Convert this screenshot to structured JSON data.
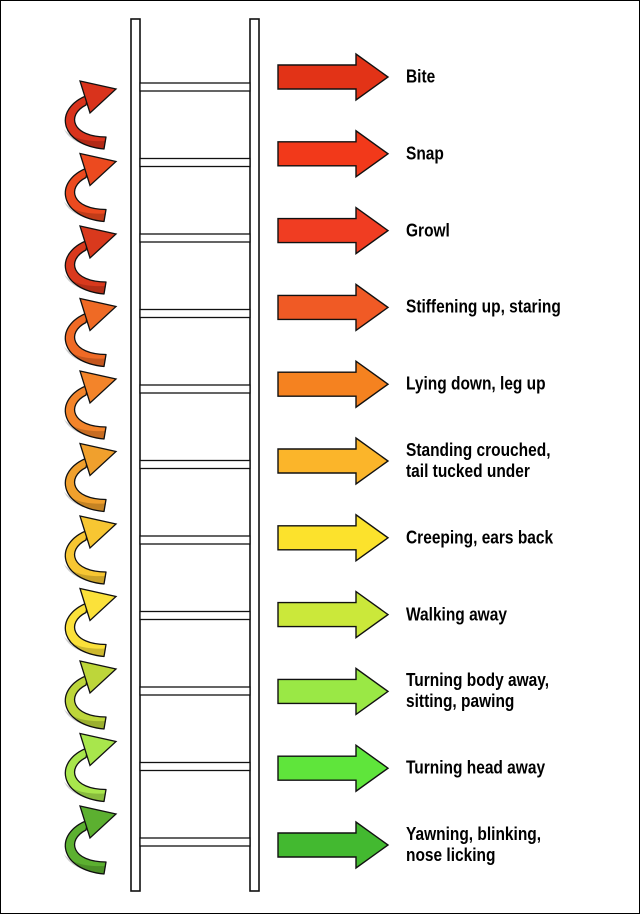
{
  "ladder": {
    "steps": [
      {
        "label": "Bite",
        "color": "#e23317"
      },
      {
        "label": "Snap",
        "color": "#f2391a"
      },
      {
        "label": "Growl",
        "color": "#f03d22"
      },
      {
        "label": "Stiffening up, staring",
        "color": "#f05a25"
      },
      {
        "label": "Lying down, leg up",
        "color": "#f58220"
      },
      {
        "label": "Standing crouched,\ntail tucked under",
        "color": "#fbb52a"
      },
      {
        "label": "Creeping, ears back",
        "color": "#fce22c"
      },
      {
        "label": "Walking away",
        "color": "#cbe83a"
      },
      {
        "label": "Turning body away,\nsitting, pawing",
        "color": "#9ae845"
      },
      {
        "label": "Turning head away",
        "color": "#5fe53b"
      },
      {
        "label": "Yawning, blinking,\nnose licking",
        "color": "#43b930"
      }
    ],
    "side_arrow_colors": [
      "#d9331c",
      "#ec4a1f",
      "#d9391d",
      "#ef6a25",
      "#f3842a",
      "#f0a02d",
      "#f7c632",
      "#fbe13a",
      "#bdd63a",
      "#a8e64c",
      "#5cb030"
    ]
  }
}
